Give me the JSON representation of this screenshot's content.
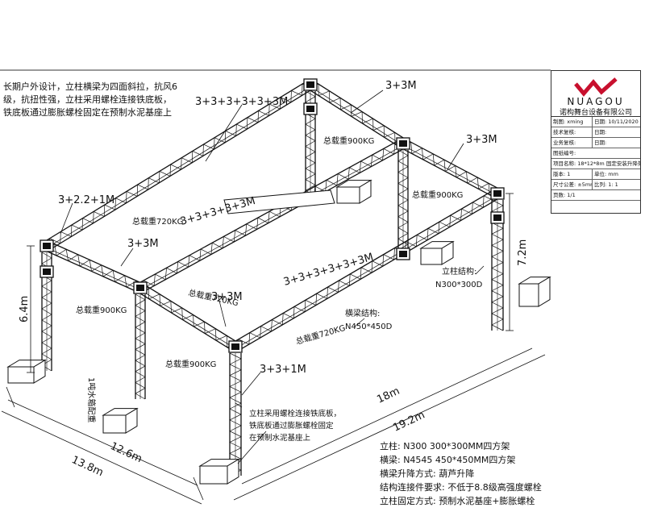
{
  "notes": {
    "top_left": [
      "长期户外设计，立柱横梁为四面斜拉，抗风6",
      "级，抗扭性强，立柱采用螺栓连接铁底板，",
      "铁底板通过膨胀螺栓固定在预制水泥基座上"
    ],
    "mid": [
      "立柱采用螺栓连接铁底板，",
      "铁底板通过膨胀螺栓固定",
      "在预制水泥基座上"
    ],
    "water_tank": "1吨水箱配重"
  },
  "labels": {
    "span_top": "3+3+3+3+3+3M",
    "span_mid": "3+3+3+3+3M",
    "span_front": "3+3+3+3+3+3M",
    "short_back_right": "3+3M",
    "short_right": "3+3M",
    "short_left_back": "3+2.2+1M",
    "short_left_mid": "3+3M",
    "short_front_mid": "3+3M",
    "short_front": "3+3+1M",
    "loads": [
      "总载重900KG",
      "总载重900KG",
      "总载重720KG",
      "总载重720KG",
      "总载重900KG",
      "总载重900KG",
      "总载重720KG"
    ],
    "column_struct": [
      "立柱结构:",
      "N300*300D"
    ],
    "beam_struct": [
      "横梁结构:",
      "N450*450D"
    ]
  },
  "dimensions": {
    "h_left": "6.4m",
    "h_right": "7.2m",
    "len_inner": "18m",
    "len_outer": "19.2m",
    "w_inner": "12.6m",
    "w_outer": "13.8m"
  },
  "specs": [
    "立柱: N300 300*300MM四方架",
    "横梁: N4545 450*450MM四方架",
    "横梁升降方式: 葫芦升降",
    "结构连接件要求: 不低于8.8级高强度螺栓",
    "立柱固定方式: 预制水泥基座+膨胀螺栓"
  ],
  "title_block": {
    "brand": "NUAGOU",
    "company": "诺构舞台设备有限公司",
    "rows": [
      [
        "制图: xming",
        "日期: 10/11/2020"
      ],
      [
        "技术复核:",
        "日期:"
      ],
      [
        "业务复核:",
        "日期:"
      ],
      [
        "图纸编号:",
        ""
      ],
      [
        "项目名称: 18*12*8m 固定安装升降架",
        ""
      ],
      [
        "版本: 1",
        "单位: mm"
      ],
      [
        "尺寸公差: ±5mm",
        "比列: 1: 1"
      ],
      [
        "页数: 1/1",
        ""
      ]
    ]
  },
  "colors": {
    "red_text": "#c8102e",
    "line": "#111111",
    "logo_red": "#c8102e"
  }
}
